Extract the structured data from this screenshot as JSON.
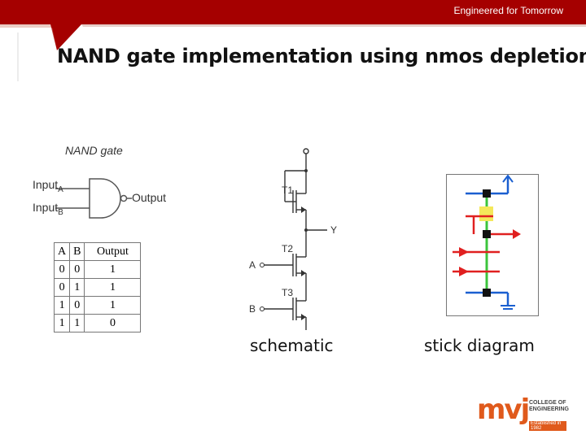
{
  "header": {
    "tagline": "Engineered for Tomorrow",
    "title": "NAND gate implementation using nmos depletion"
  },
  "gate": {
    "heading": "NAND gate",
    "input_a": "Input",
    "input_a_sub": "A",
    "input_b": "Input",
    "input_b_sub": "B",
    "output": "Output"
  },
  "truth_table": {
    "headers": [
      "A",
      "B",
      "Output"
    ],
    "rows": [
      [
        "0",
        "0",
        "1"
      ],
      [
        "0",
        "1",
        "1"
      ],
      [
        "1",
        "0",
        "1"
      ],
      [
        "1",
        "1",
        "0"
      ]
    ]
  },
  "schematic": {
    "t1": "T1",
    "t2": "T2",
    "t3": "T3",
    "a": "A",
    "b": "B",
    "y": "Y",
    "caption": "schematic"
  },
  "stick": {
    "caption": "stick diagram",
    "colors": {
      "metal": "#1a5fd0",
      "poly": "#e02020",
      "diffusion": "#3cc43c",
      "contact": "#111111",
      "implant": "#f4e85a"
    }
  },
  "logo": {
    "mark": "mvj",
    "line1": "COLLEGE OF",
    "line2": "ENGINEERING",
    "est": "Established in 1982"
  }
}
